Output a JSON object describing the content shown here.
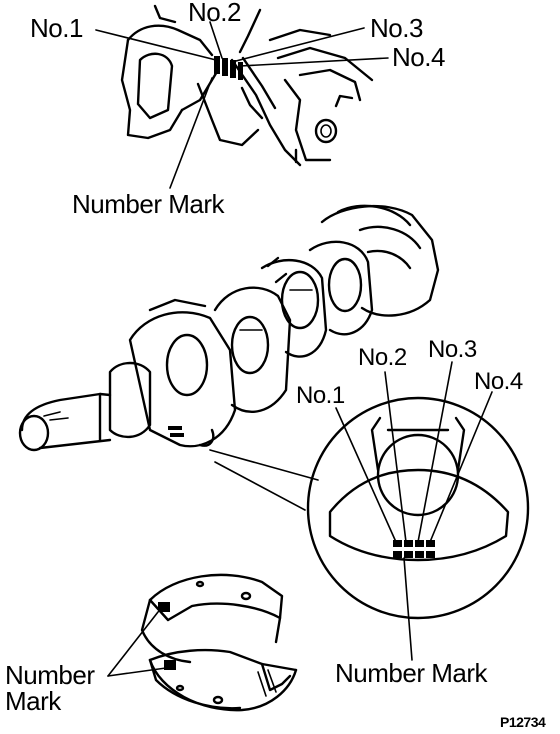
{
  "top_view": {
    "labels": [
      "No.1",
      "No.2",
      "No.3",
      "No.4"
    ],
    "number_mark": "Number Mark"
  },
  "crankshaft_view": {
    "labels": [
      "No.1",
      "No.2",
      "No.3",
      "No.4"
    ],
    "number_mark": "Number Mark"
  },
  "bearing_view": {
    "number_mark_line1": "Number",
    "number_mark_line2": "Mark"
  },
  "figure_code": "P12734"
}
